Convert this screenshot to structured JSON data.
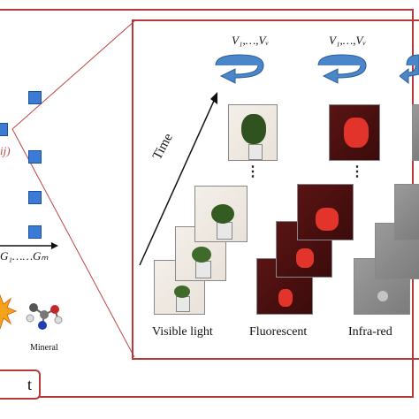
{
  "left_panel": {
    "axis_label": "G₁……Gₘ",
    "partial_label": "ij)",
    "icon_labels": {
      "mineral": "Mineral",
      "bottom_tab": "t"
    }
  },
  "right_panel": {
    "time_label": "Time",
    "rotation_label": "V₁,…,Vᵥ",
    "modalities": [
      {
        "name": "Visible light"
      },
      {
        "name": "Fluorescent"
      },
      {
        "name": "Infra-red"
      }
    ],
    "ellipsis": "⋮"
  },
  "colors": {
    "frame": "#b33a3a",
    "node": "#3b7bd6",
    "arrow": "#4a86c9",
    "fluorescent_plant": "#e2342a"
  }
}
